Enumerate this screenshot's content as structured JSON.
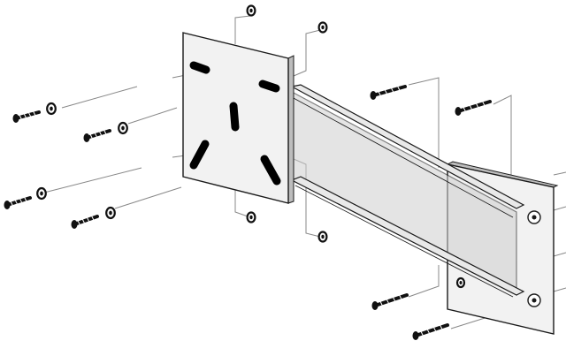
{
  "diagram": {
    "colors": {
      "background": "#ffffff",
      "line": "#1a1a1a",
      "plate_fill": "#f2f2f2",
      "plate_shadow": "#bdbdbd",
      "arm_top": "#e9e9e9",
      "arm_side": "#cfcfcf",
      "slot": "#000000",
      "screw": "#111111",
      "leader": "#888888"
    },
    "parts": {
      "front_plate": {
        "slot_count": 5
      },
      "rear_plate": {
        "hole_count": 2
      },
      "left_screws": 4,
      "left_washers": 4,
      "right_screws": 4,
      "front_nuts": 4
    }
  }
}
